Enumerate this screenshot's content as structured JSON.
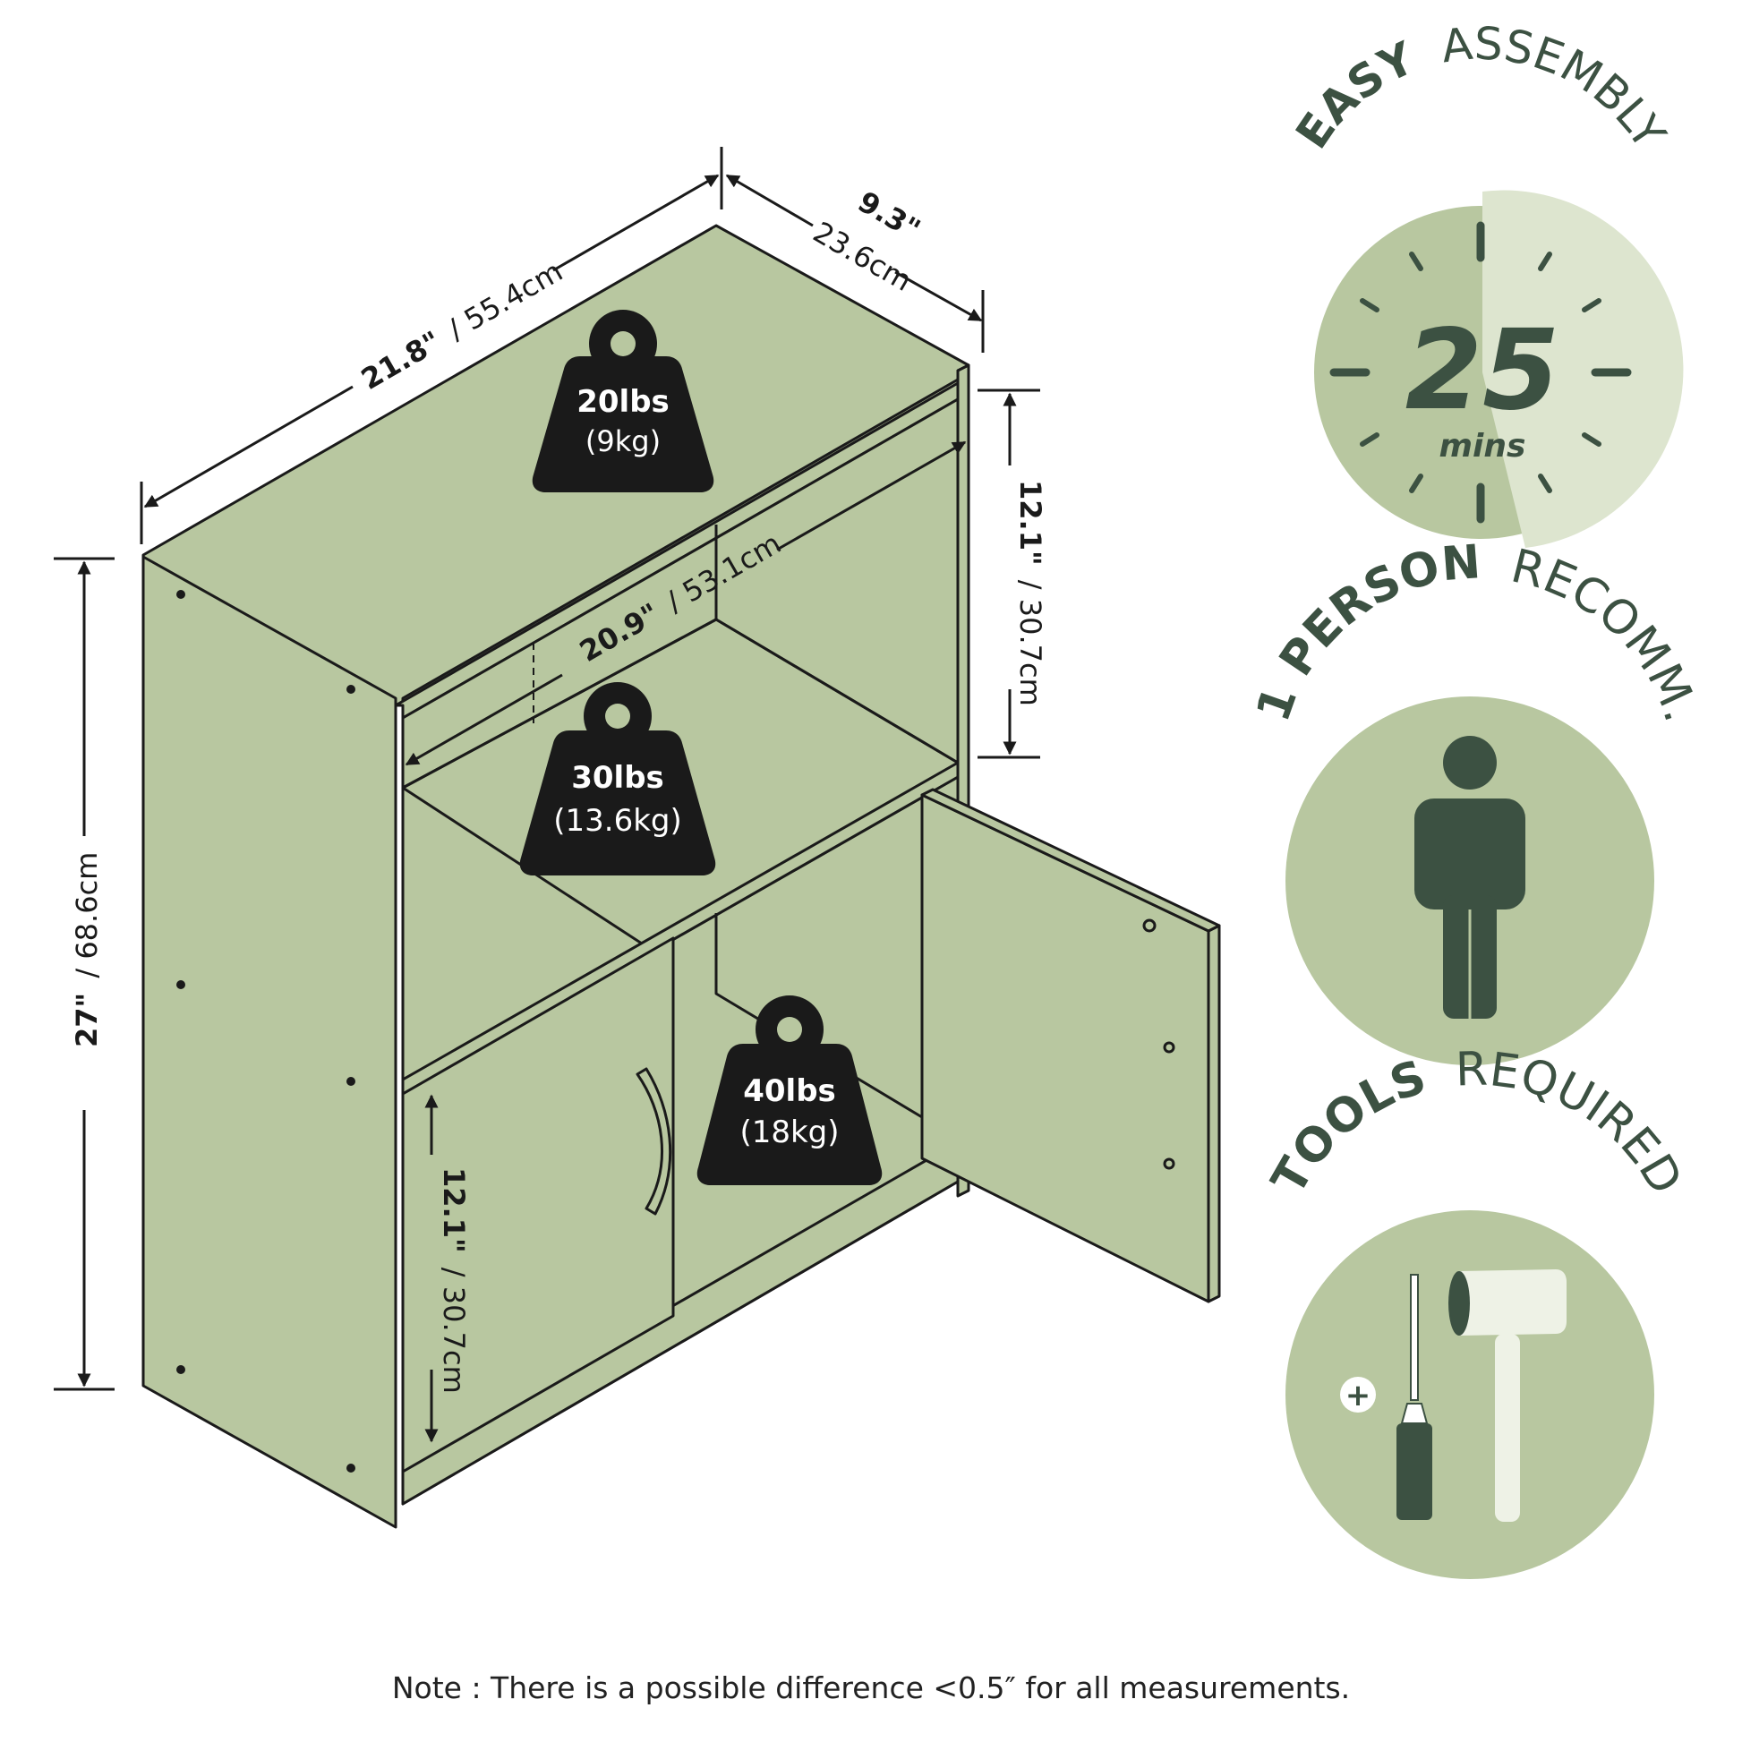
{
  "colors": {
    "body": "#b8c7a0",
    "dark": "#3c5142",
    "light": "#dde5cf",
    "line": "#1a1a1a"
  },
  "dimensions": {
    "width": {
      "inch": "21.8\"",
      "cm": "/ 55.4cm"
    },
    "depth": {
      "inch": "9.3\"",
      "cm": "23.6cm"
    },
    "inner_width": {
      "inch": "20.9\"",
      "cm": "/ 53.1cm"
    },
    "height": {
      "inch": "27\"",
      "cm": "/ 68.6cm"
    },
    "upper_height": {
      "inch": "12.1\"",
      "cm": "/ 30.7cm"
    },
    "lower_height": {
      "inch": "12.1\"",
      "cm": "/ 30.7cm"
    }
  },
  "weights": {
    "top": {
      "lbs": "20lbs",
      "kg": "(9kg)"
    },
    "shelf": {
      "lbs": "30lbs",
      "kg": "(13.6kg)"
    },
    "cabinet": {
      "lbs": "40lbs",
      "kg": "(18kg)"
    }
  },
  "badges": {
    "assembly": {
      "bold": "EASY",
      "rest": "ASSEMBLY",
      "number": "25",
      "unit": "mins",
      "icon": "clock-icon"
    },
    "person": {
      "bold": "1 PERSON",
      "rest": "RECOMM.",
      "icon": "person-icon"
    },
    "tools": {
      "bold": "TOOLS",
      "rest": "REQUIRED",
      "icon": "tools-icon",
      "plus": "+"
    }
  },
  "note": "Note : There is a possible difference <0.5″ for all measurements."
}
